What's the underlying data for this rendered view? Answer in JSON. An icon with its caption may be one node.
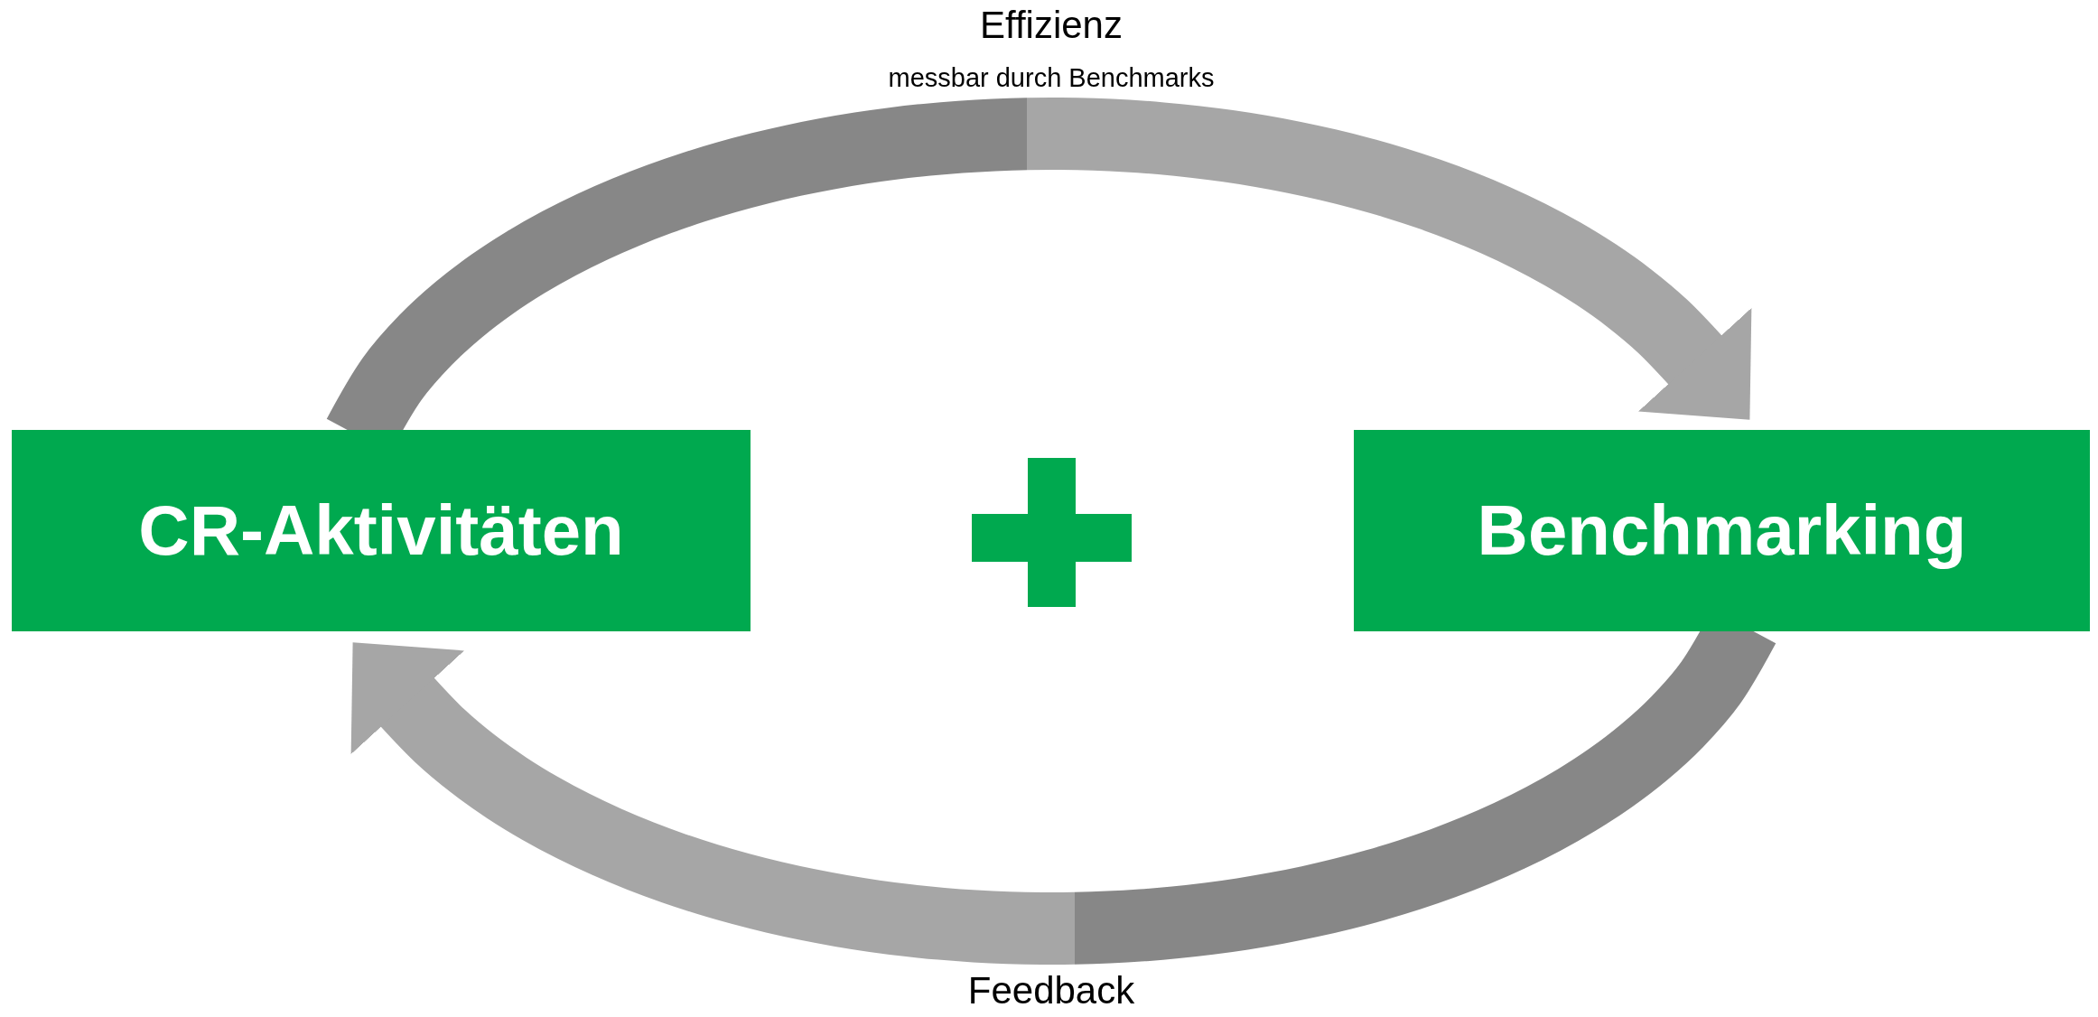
{
  "diagram": {
    "nodes": [
      {
        "text": [
          "CR-Aktivitäten"
        ]
      },
      {
        "text": [
          "Benchmarking"
        ]
      }
    ],
    "edges": [
      {
        "from": 0,
        "to": 1,
        "arrow": "to",
        "style": "thick",
        "label": "Effizienz"
      },
      {
        "from": 1,
        "to": 0,
        "arrow": "to",
        "style": "thick",
        "label": "Feedback"
      }
    ],
    "labels": [
      "messbar durch Benchmarks"
    ]
  }
}
